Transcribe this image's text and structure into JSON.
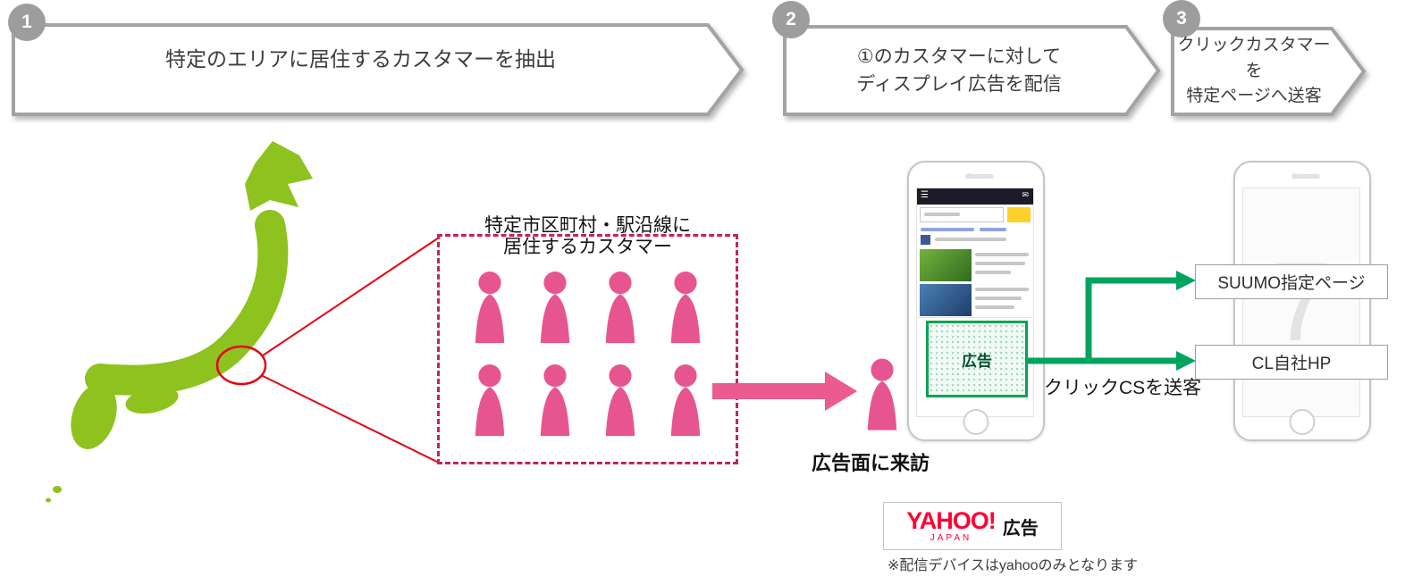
{
  "steps": [
    {
      "number": "1",
      "label": "特定のエリアに居住するカスタマーを抽出"
    },
    {
      "number": "2",
      "line1": "①のカスタマーに対して",
      "line2": "ディスプレイ広告を配信"
    },
    {
      "number": "3",
      "line1": "クリックカスタマーを",
      "line2": "特定ページへ送客"
    }
  ],
  "audience_box": {
    "line1": "特定市区町村・駅沿線に",
    "line2": "居住するカスタマー"
  },
  "ad_label": "広告",
  "visit_label": "広告面に来訪",
  "click_label": "クリックCSを送客",
  "destinations": [
    {
      "label": "SUUMO指定ページ"
    },
    {
      "label": "CL自社HP"
    }
  ],
  "yahoo_logo": {
    "brand": "YAHOO!",
    "region": "JAPAN",
    "suffix": "広告"
  },
  "note": "※配信デバイスはyahooのみとなります",
  "phone2_watermark": "7",
  "phone1_icons": {
    "menu": "☰",
    "mail": "✉"
  },
  "colors": {
    "map_green": "#8dc21f",
    "pink": "#e75590",
    "green": "#00a45f",
    "red": "#e60012",
    "banner_border": "#a3a3a3",
    "dashed_pink": "#c2255c",
    "yahoo_red": "#ff0033"
  }
}
